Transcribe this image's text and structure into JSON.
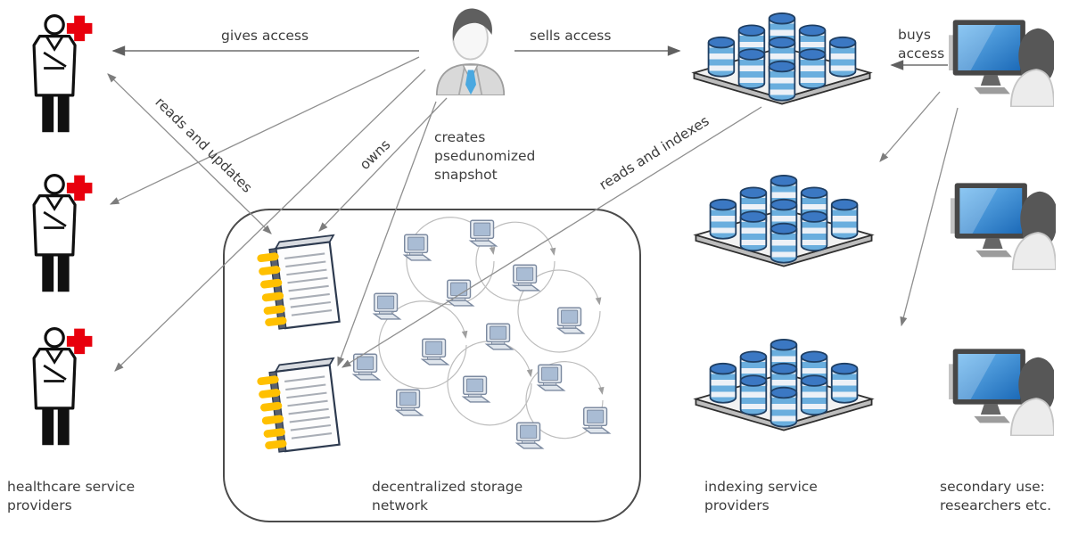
{
  "diagram": {
    "labels": {
      "gives_access": "gives access",
      "sells_access": "sells access",
      "buys_access": "buys access",
      "reads_and_updates": "reads and updates",
      "owns": "owns",
      "creates_snapshot": "creates psedunomized snapshot",
      "reads_and_indexes": "reads and indexes",
      "healthcare_providers": "healthcare service providers",
      "storage_network": "decentralized storage network",
      "indexing_providers": "indexing service providers",
      "secondary_use": "secondary use: researchers etc."
    },
    "nodes": [
      {
        "id": "healthcare-providers",
        "caption": "healthcare service providers",
        "icon": "doctor-icon",
        "count": 3
      },
      {
        "id": "data-subject",
        "caption": "",
        "icon": "business-person-icon",
        "count": 1
      },
      {
        "id": "medical-records",
        "caption": "",
        "icon": "spiral-notebook-icon",
        "count": 2
      },
      {
        "id": "storage-network",
        "caption": "decentralized storage network",
        "icon": "computer-node-icon",
        "count": 14
      },
      {
        "id": "indexing-providers",
        "caption": "indexing service providers",
        "icon": "database-stack-icon",
        "count": 3
      },
      {
        "id": "secondary-users",
        "caption": "secondary use: researchers etc.",
        "icon": "researcher-computer-icon",
        "count": 3
      }
    ],
    "edges": [
      {
        "from": "data-subject",
        "to": "healthcare-provider-1",
        "label": "gives access"
      },
      {
        "from": "data-subject",
        "to": "healthcare-provider-2",
        "label": ""
      },
      {
        "from": "data-subject",
        "to": "healthcare-provider-3",
        "label": ""
      },
      {
        "from": "healthcare-provider-1",
        "to": "medical-record-1",
        "label": "reads and updates",
        "bidirectional": true
      },
      {
        "from": "data-subject",
        "to": "medical-record-1",
        "label": "owns"
      },
      {
        "from": "data-subject",
        "to": "medical-record-2",
        "label": "creates psedunomized snapshot"
      },
      {
        "from": "index-db-1",
        "to": "medical-record-2",
        "label": "reads and indexes"
      },
      {
        "from": "data-subject",
        "to": "index-db-1",
        "label": "sells access"
      },
      {
        "from": "researcher-1",
        "to": "index-db-1",
        "label": "buys access"
      },
      {
        "from": "researcher-1",
        "to": "index-db-2",
        "label": ""
      },
      {
        "from": "researcher-1",
        "to": "index-db-3",
        "label": ""
      }
    ],
    "colors": {
      "arrow_gray": "#8a8a8a",
      "text_gray": "#3d3d3d",
      "db_outline_navy": "#1f3f63",
      "db_top_blue": "#3b78c3",
      "db_stripe_blue": "#6aaede",
      "db_stripe_light": "#edf1f7",
      "ring_yellow": "#ffc000",
      "cross_red": "#e8000d",
      "tie_blue": "#4aa8e0",
      "screen_blue": "#2f87d6",
      "suit_gray": "#d9d9d9",
      "silhouette_gray": "#565656"
    }
  }
}
